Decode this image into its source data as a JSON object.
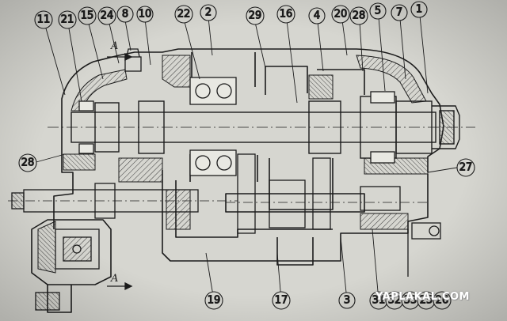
{
  "drawing": {
    "callouts": [
      "11",
      "21",
      "15",
      "24",
      "8",
      "10",
      "22",
      "2",
      "29",
      "16",
      "4",
      "20",
      "28",
      "5",
      "7",
      "1",
      "28",
      "27",
      "19",
      "17",
      "3",
      "31",
      "32",
      "33",
      "25",
      "26"
    ],
    "section_marks": [
      "A",
      "A"
    ]
  },
  "watermark": {
    "text": "YAPLAKAL.COM"
  },
  "colors": {
    "paper": "#d6d6d0",
    "ink": "#1c1c1c",
    "hatch": "#3a3a3a"
  }
}
